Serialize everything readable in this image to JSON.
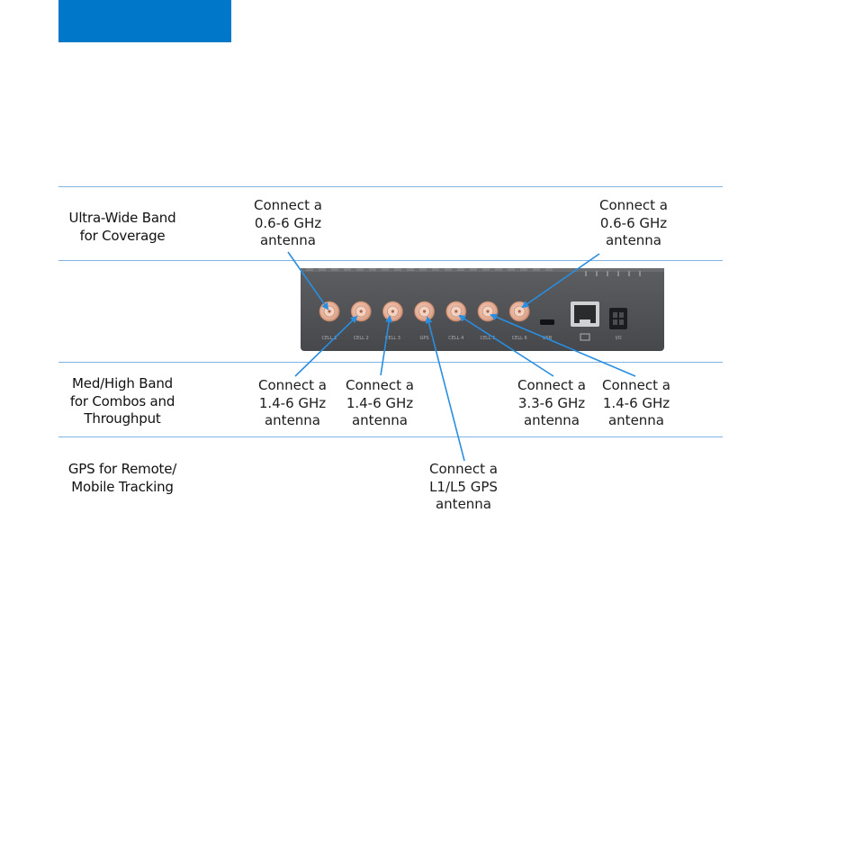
{
  "sections": {
    "ultra_wide": "Ultra-Wide Band for Coverage",
    "ultra_wide_l1": "Ultra-Wide Band",
    "ultra_wide_l2": "for Coverage",
    "med_high_l1": "Med/High Band",
    "med_high_l2": "for Combos and",
    "med_high_l3": "Throughput",
    "gps_l1": "GPS for Remote/",
    "gps_l2": "Mobile Tracking"
  },
  "callouts": [
    {
      "l1": "Connect a",
      "l2": "0.6-6 GHz",
      "l3": "antenna"
    },
    {
      "l1": "Connect a",
      "l2": "0.6-6 GHz",
      "l3": "antenna"
    },
    {
      "l1": "Connect a",
      "l2": "1.4-6 GHz",
      "l3": "antenna"
    },
    {
      "l1": "Connect a",
      "l2": "1.4-6 GHz",
      "l3": "antenna"
    },
    {
      "l1": "Connect a",
      "l2": "3.3-6 GHz",
      "l3": "antenna"
    },
    {
      "l1": "Connect a",
      "l2": "1.4-6 GHz",
      "l3": "antenna"
    },
    {
      "l1": "Connect a",
      "l2": "L1/L5 GPS",
      "l3": "antenna"
    }
  ],
  "ports": [
    {
      "label": "CELL 1"
    },
    {
      "label": "CELL 2"
    },
    {
      "label": "CELL 3"
    },
    {
      "label": "GPS"
    },
    {
      "label": "CELL 4"
    },
    {
      "label": "CELL 5"
    },
    {
      "label": "CELL 6"
    }
  ],
  "other_ports": {
    "usb": "USB",
    "ethernet": "",
    "power": "I/O"
  },
  "colors": {
    "accent": "#0077c8",
    "rule": "#7fb3e3",
    "device": "#55575a",
    "connector": "#e9b9a3",
    "arrow": "#2a8ee0"
  }
}
